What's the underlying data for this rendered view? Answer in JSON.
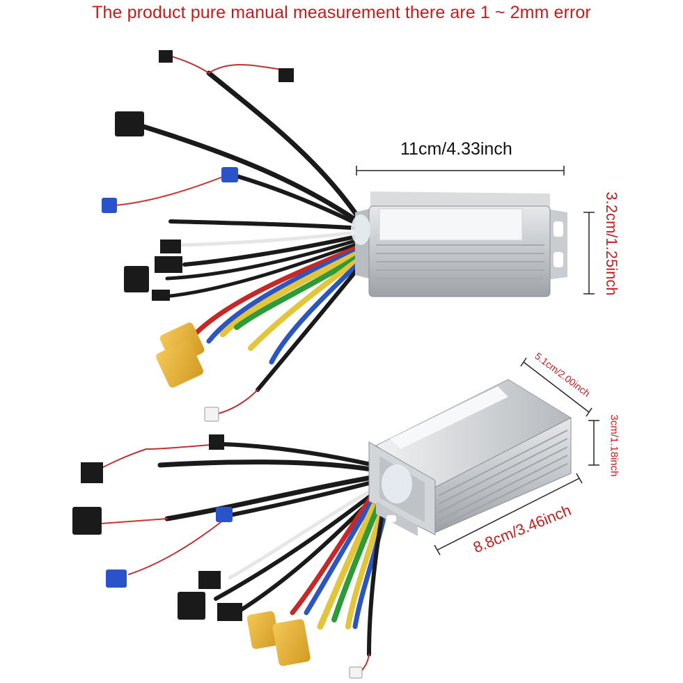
{
  "headline": "The product pure manual measurement there are 1 ~ 2mm error",
  "dimensions": {
    "top_length": "11cm/4.33inch",
    "top_height": "3.2cm/1.25inch",
    "bottom_width": "5.1cm/2.00inch",
    "bottom_height": "3cm/1.18inch",
    "bottom_length": "8.8cm/3.46inch"
  },
  "colors": {
    "headline_red": "#c21c1c",
    "dimension_dark": "#111111",
    "housing_silver": "#c9ccd0",
    "connector_yellow": "#e8b23a",
    "connector_blue": "#2a52c9",
    "connector_black": "#1a1a1a",
    "wire_red": "#c62828",
    "wire_yellow": "#e2c53b",
    "wire_green": "#2e9b3a",
    "wire_blue": "#2b56c2"
  }
}
